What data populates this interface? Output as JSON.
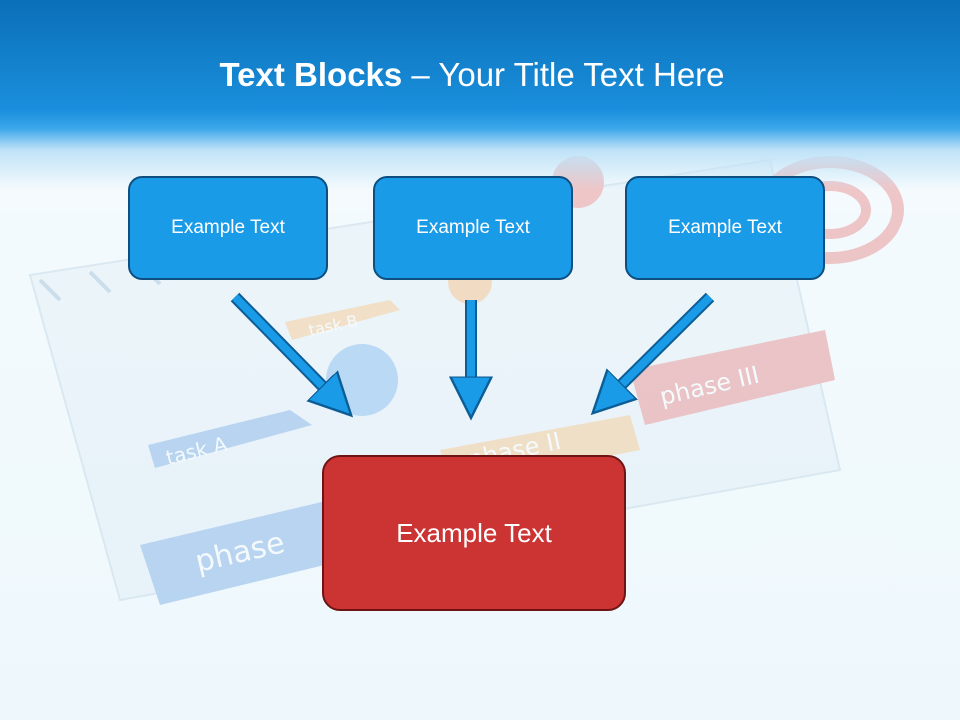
{
  "slide": {
    "title_bold": "Text Blocks",
    "title_dash": " – ",
    "title_rest": "Your Title Text Here"
  },
  "blocks": {
    "top_left": "Example Text",
    "top_center": "Example Text",
    "top_right": "Example Text",
    "bottom": "Example Text"
  },
  "background_image": {
    "task_a": "task A",
    "task_b": "task B",
    "phase_1": "phase",
    "phase_2": "phase II",
    "phase_3": "phase III"
  },
  "colors": {
    "header_blue": "#1a8fdc",
    "box_blue": "#1a9be8",
    "box_red": "#cc3333",
    "arrow_blue": "#1a9be8"
  }
}
